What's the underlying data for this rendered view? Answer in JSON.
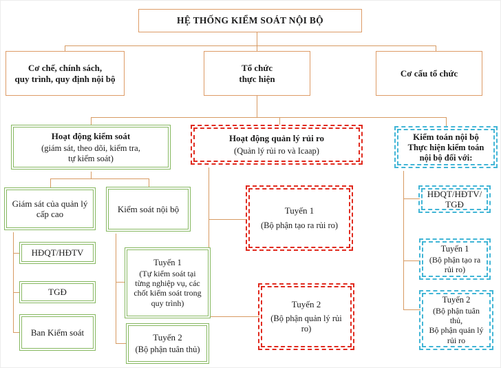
{
  "palette": {
    "connector_line": "#d79a62",
    "orange_border": "#dd9b66",
    "green_border": "#85b75f",
    "red_border": "#e02a1e",
    "blue_border": "#41b5d6",
    "text": "#1b1b1b"
  },
  "root": {
    "label": "HỆ THỐNG KIỂM SOÁT NỘI BỘ"
  },
  "level2": {
    "mechanism": {
      "label": "Cơ chế, chính sách,\nquy trình, quy định nội bộ"
    },
    "implementation": {
      "label": "Tổ chức\nthực hiện"
    },
    "structure": {
      "label": "Cơ cấu tổ chức"
    }
  },
  "control_activities": {
    "header": {
      "title": "Hoạt động kiểm soát",
      "subtitle": "(giám sát, theo dõi, kiểm tra,\ntự kiểm soát)"
    },
    "senior_supervision": {
      "label": "Giám sát của quản lý\ncấp cao",
      "children": [
        {
          "label": "HĐQT/HĐTV"
        },
        {
          "label": "TGĐ"
        },
        {
          "label": "Ban Kiểm soát"
        }
      ]
    },
    "internal_control": {
      "label": "Kiểm soát nội bộ",
      "children": [
        {
          "title": "Tuyến 1",
          "subtitle": "(Tự kiểm soát tại\ntừng nghiệp vụ, các\nchốt kiểm soát trong\nquy trình)"
        },
        {
          "title": "Tuyến 2",
          "subtitle": "(Bộ phận tuân thủ)"
        }
      ]
    }
  },
  "risk_management": {
    "header": {
      "title": "Hoạt động quản lý rủi ro",
      "subtitle": "(Quản lý rủi ro và Icaap)"
    },
    "lines": [
      {
        "title": "Tuyến 1",
        "subtitle": "(Bộ phận tạo ra rủi ro)"
      },
      {
        "title": "Tuyến 2",
        "subtitle": "(Bộ phận quản lý rủi ro)"
      }
    ]
  },
  "internal_audit": {
    "header": {
      "title": "Kiểm toán nội bộ",
      "subtitle": "Thực hiện kiểm toán\nnội bộ đối với:"
    },
    "targets": [
      {
        "label": "HĐQT/HĐTV/\nTGĐ"
      },
      {
        "title": "Tuyến 1",
        "subtitle": "(Bộ phận tạo ra\nrủi ro)"
      },
      {
        "title": "Tuyến 2",
        "subtitle": "(Bộ phận tuân thủ,\nBộ phận quản lý\nrủi ro"
      }
    ]
  }
}
